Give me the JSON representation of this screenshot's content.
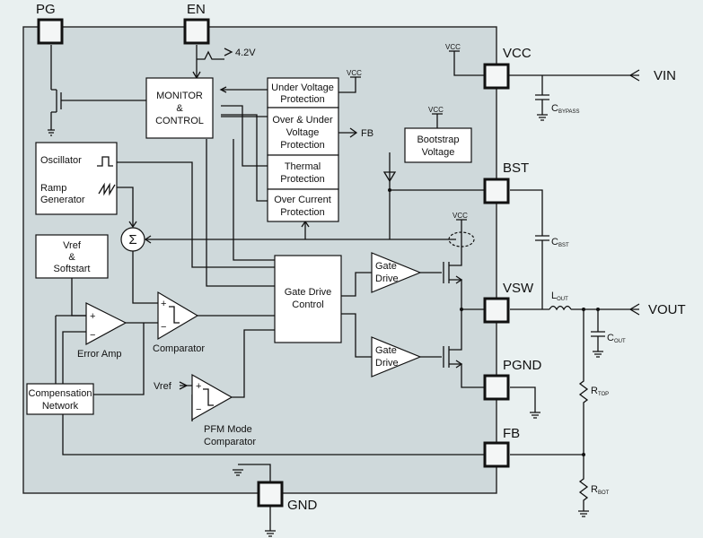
{
  "pins": {
    "pg": "PG",
    "en": "EN",
    "vcc": "VCC",
    "bst": "BST",
    "vsw": "VSW",
    "pgnd": "PGND",
    "fb": "FB",
    "gnd": "GND"
  },
  "external": {
    "vin": "VIN",
    "vout": "VOUT",
    "c_bypass": "C",
    "c_bypass_sub": "BYPASS",
    "c_bst": "C",
    "c_bst_sub": "BST",
    "l_out": "L",
    "l_out_sub": "OUT",
    "c_out": "C",
    "c_out_sub": "OUT",
    "r_top": "R",
    "r_top_sub": "TOP",
    "r_bot": "R",
    "r_bot_sub": "BOT"
  },
  "blocks": {
    "monitor": [
      "MONITOR",
      "&",
      "CONTROL"
    ],
    "uvp": [
      "Under Voltage",
      "Protection"
    ],
    "ouvp": [
      "Over & Under",
      "Voltage",
      "Protection"
    ],
    "thermal": [
      "Thermal",
      "Protection"
    ],
    "ocp": [
      "Over Current",
      "Protection"
    ],
    "bootstrap": [
      "Bootstrap",
      "Voltage"
    ],
    "oscillator": "Oscillator",
    "ramp": [
      "Ramp",
      "Generator"
    ],
    "vref_softstart": [
      "Vref",
      "&",
      "Softstart"
    ],
    "compensation": [
      "Compensation",
      "Network"
    ],
    "gate_drive_control": [
      "Gate Drive",
      "Control"
    ],
    "gate_drive_hi": [
      "Gate",
      "Drive"
    ],
    "gate_drive_lo": [
      "Gate",
      "Drive"
    ],
    "error_amp": "Error Amp",
    "comparator": "Comparator",
    "pfm": [
      "PFM Mode",
      "Comparator"
    ],
    "sum_symbol": "Σ"
  },
  "labels": {
    "v42": "4.2V",
    "vref": "Vref",
    "fb_small": "FB",
    "vcc_small": "VCC",
    "plus": "+",
    "minus": "−"
  }
}
